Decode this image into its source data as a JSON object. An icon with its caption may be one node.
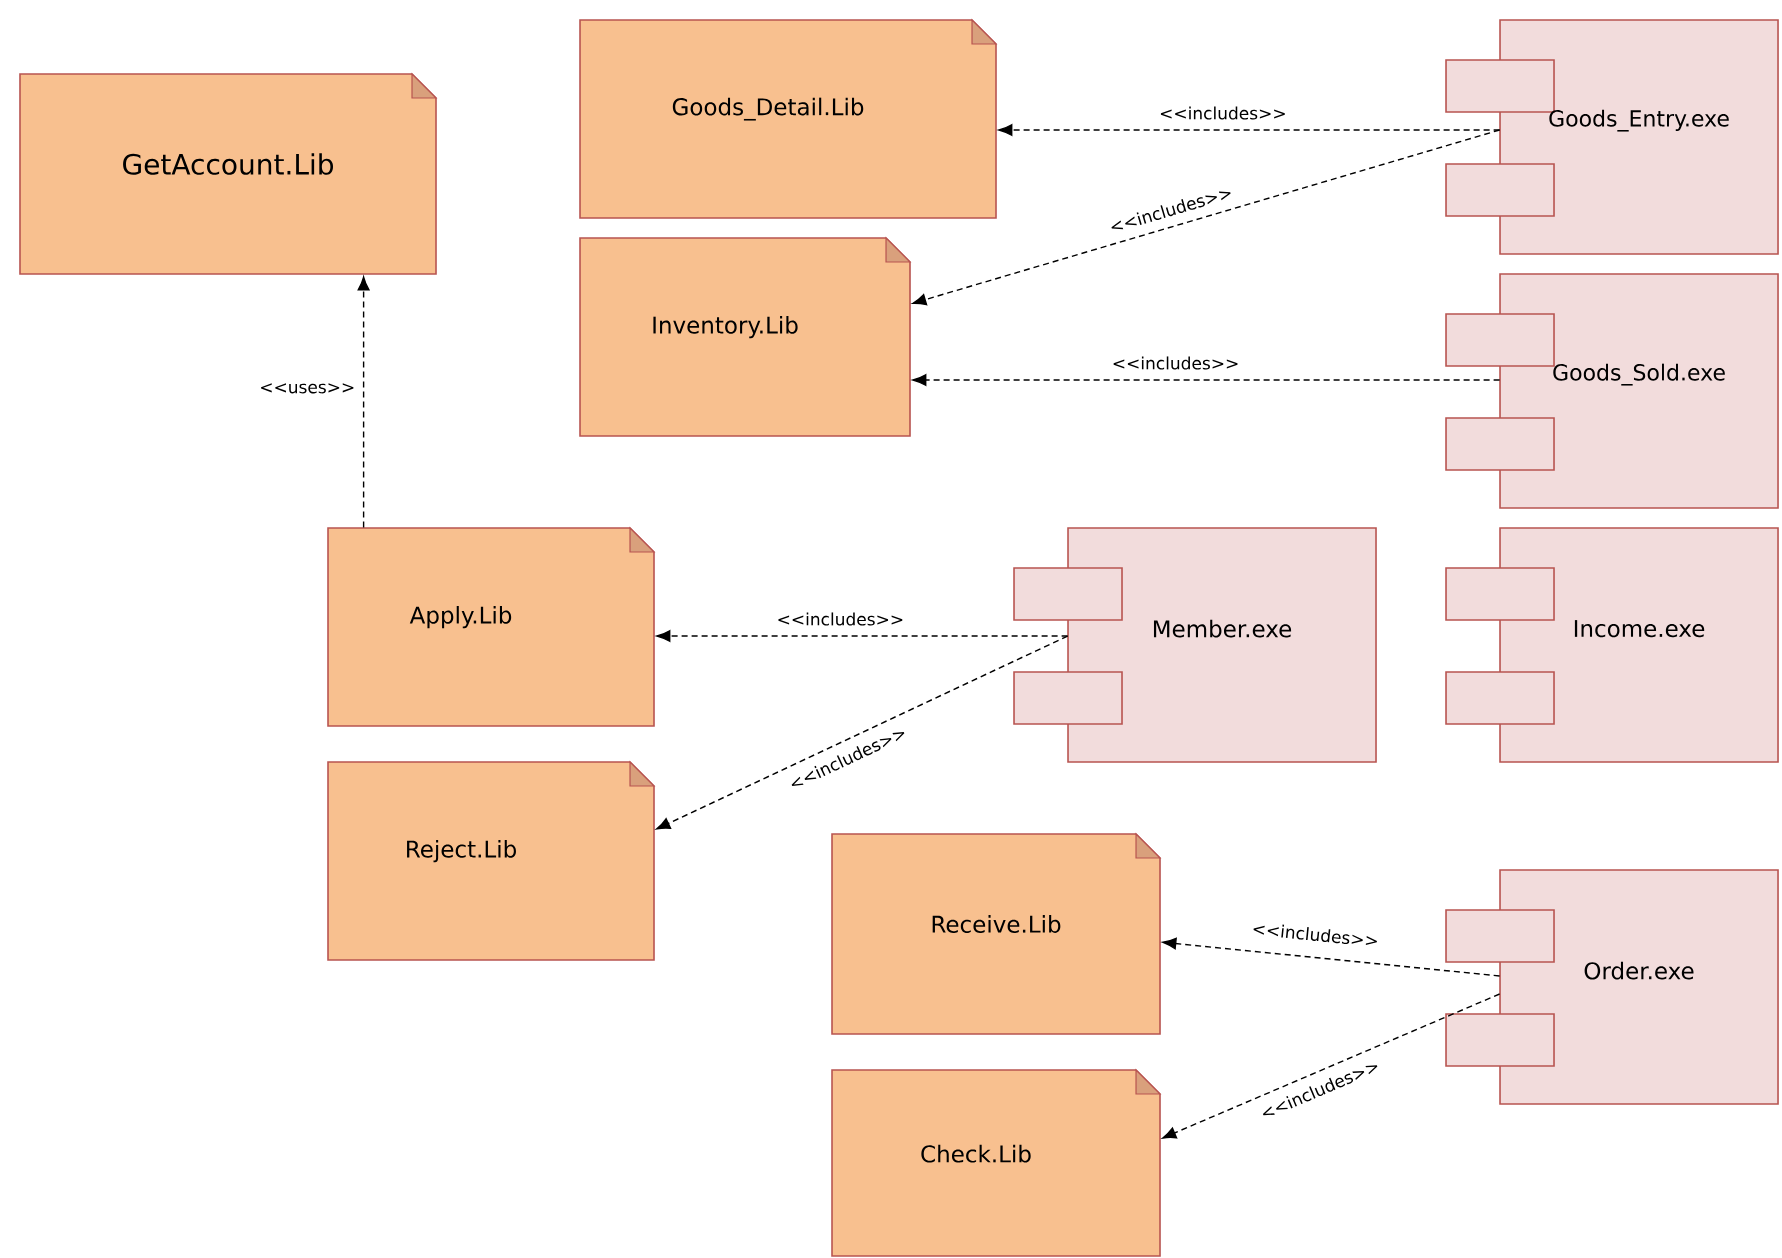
{
  "diagram": {
    "nodes": [
      {
        "text": [
          "GetAccount.Lib"
        ]
      },
      {
        "text": [
          "Goods_Detail.Lib"
        ]
      },
      {
        "text": [
          "Goods_Entry.exe"
        ]
      },
      {
        "text": [
          "Inventory.Lib"
        ]
      },
      {
        "text": [
          "Goods_Sold.exe"
        ]
      },
      {
        "text": [
          "Apply.Lib"
        ]
      },
      {
        "text": [
          "Member.exe"
        ]
      },
      {
        "text": [
          "Income.exe"
        ]
      },
      {
        "text": [
          "Reject.Lib"
        ]
      },
      {
        "text": [
          "Receive.Lib"
        ]
      },
      {
        "text": [
          "Order.exe"
        ]
      },
      {
        "text": [
          "Check.Lib"
        ]
      }
    ],
    "edges": [
      {
        "from": 5,
        "to": 0,
        "arrow": "to",
        "label": "<<uses>>",
        "style": "dashed"
      },
      {
        "from": 2,
        "to": 1,
        "arrow": "to",
        "label": "<<includes>>",
        "style": "dashed"
      },
      {
        "from": 2,
        "to": 3,
        "arrow": "to",
        "label": "<<includes>>",
        "style": "dashed"
      },
      {
        "from": 4,
        "to": 3,
        "arrow": "to",
        "label": "<<includes>>",
        "style": "dashed"
      },
      {
        "from": 6,
        "to": 5,
        "arrow": "to",
        "label": "<<includes>>",
        "style": "dashed"
      },
      {
        "from": 6,
        "to": 8,
        "arrow": "to",
        "label": "<<includes>>",
        "style": "dashed"
      },
      {
        "from": 10,
        "to": 9,
        "arrow": "to",
        "label": "<<includes>>",
        "style": "dashed"
      },
      {
        "from": 10,
        "to": 11,
        "arrow": "to",
        "label": "<<includes>>",
        "style": "dashed"
      }
    ]
  }
}
